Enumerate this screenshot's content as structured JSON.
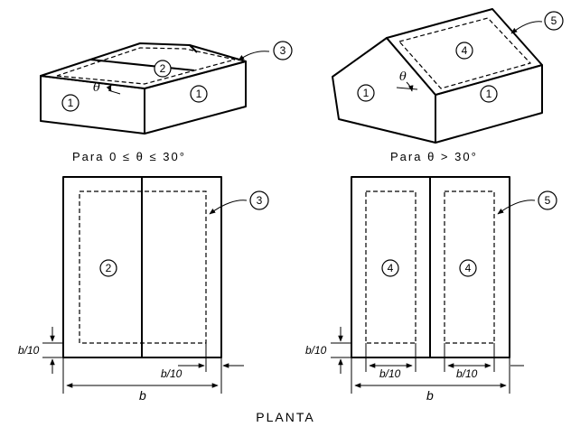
{
  "captions": {
    "left": "Para  0 ≤ θ ≤ 30°",
    "right": "Para  θ > 30°"
  },
  "footer": {
    "title": "PLANTA"
  },
  "callouts": {
    "n1": "1",
    "n2": "2",
    "n3": "3",
    "n4": "4",
    "n5": "5"
  },
  "angle_symbol": "θ",
  "dimensions": {
    "b": "b",
    "b10": "b/10"
  }
}
